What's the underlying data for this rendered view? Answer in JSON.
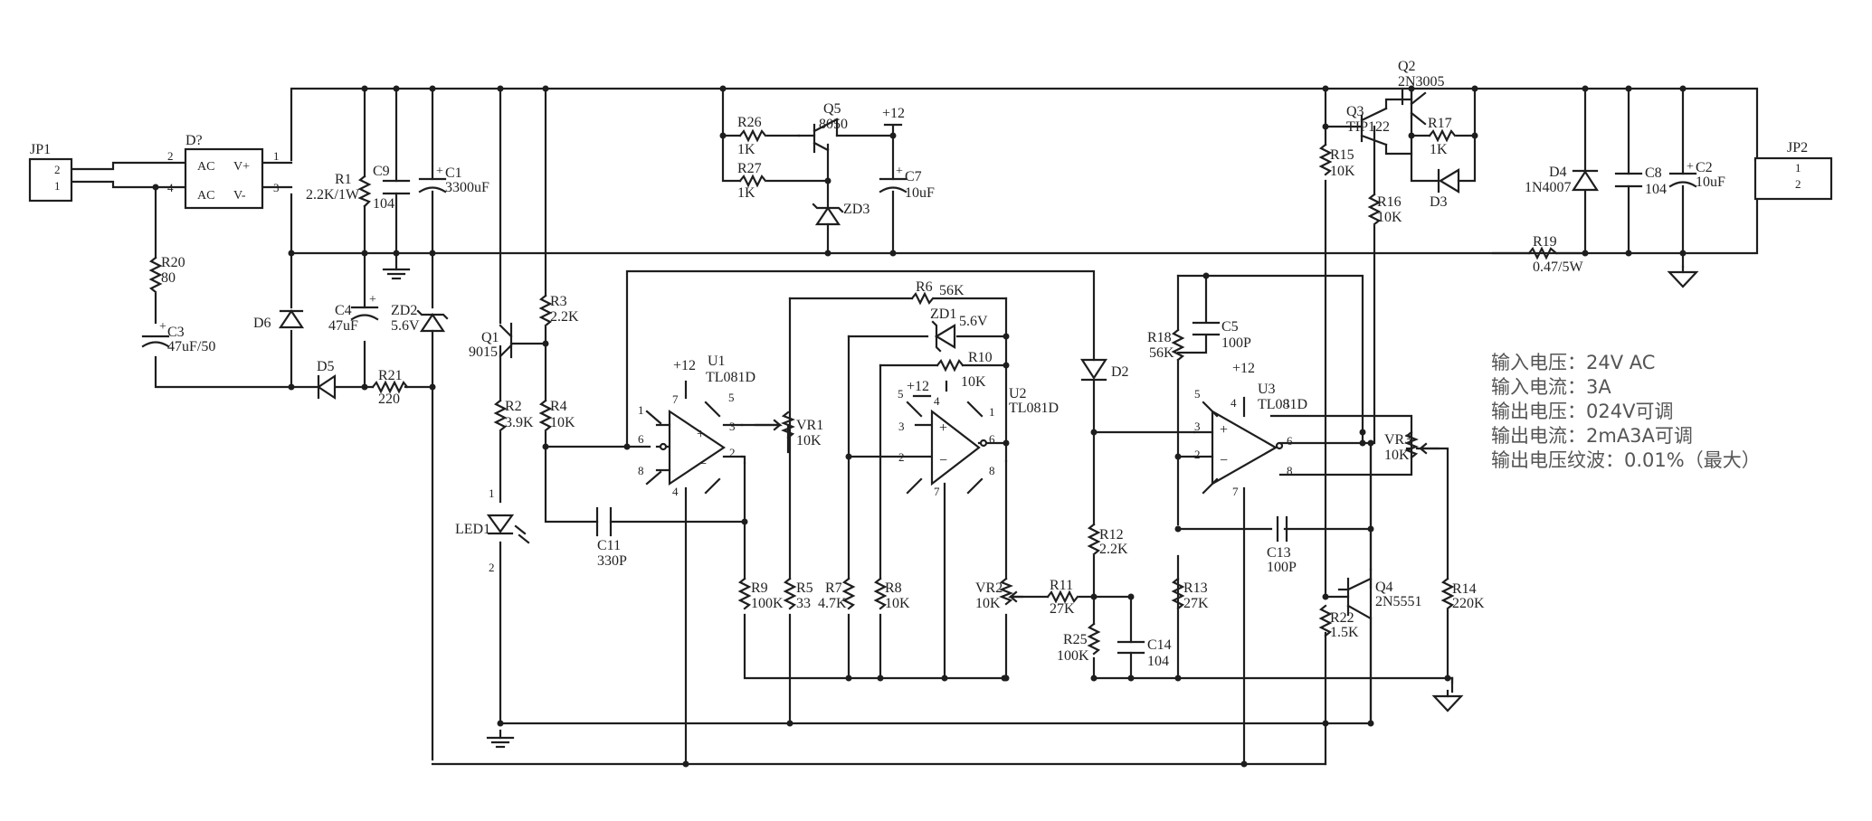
{
  "labels": {
    "JP1": "JP1",
    "JP2": "JP2",
    "Dq": "D?",
    "AC1": "AC",
    "AC2": "AC",
    "Vp": "V+",
    "Vm": "V-",
    "R1": "R1",
    "R1v": "2.2K/1W",
    "C9": "C9",
    "C9v": "104",
    "C1": "C1",
    "C1v": "3300uF",
    "R20": "R20",
    "R20v": "80",
    "C3": "C3",
    "C3v": "47uF/50",
    "D6": "D6",
    "D5": "D5",
    "R21": "R21",
    "R21v": "220",
    "C4": "C4",
    "C4v": "47uF",
    "ZD2": "ZD2",
    "ZD2v": "5.6V",
    "Q1": "Q1",
    "Q1v": "9015",
    "R2": "R2",
    "R2v": "3.9K",
    "R3": "R3",
    "R3v": "2.2K",
    "R4": "R4",
    "R4v": "10K",
    "LED1": "LED1",
    "C11": "C11",
    "C11v": "330P",
    "R26": "R26",
    "R26v": "1K",
    "R27": "R27",
    "R27v": "1K",
    "Q5": "Q5",
    "Q5v": "8050",
    "ZD3": "ZD3",
    "C7": "C7",
    "C7v": "10uF",
    "p12a": "+12",
    "p12b": "+12",
    "p12c": "+12",
    "p12d": "+12",
    "U1": "U1",
    "U1v": "TL081D",
    "VR1": "VR1",
    "VR1v": "10K",
    "R9": "R9",
    "R9v": "100K",
    "R5": "R5",
    "R5v": "33",
    "R6": "R6",
    "R6v": "56K",
    "ZD1": "ZD1",
    "ZD1v": "5.6V",
    "R10": "R10",
    "R10v": "10K",
    "U2": "U2",
    "U2v": "TL081D",
    "R7": "R7",
    "R7v": "4.7K",
    "R8": "R8",
    "R8v": "10K",
    "VR2": "VR2",
    "VR2v": "10K",
    "R11": "R11",
    "R11v": "27K",
    "R25": "R25",
    "R25v": "100K",
    "C14": "C14",
    "C14v": "104",
    "D2": "D2",
    "R12": "R12",
    "R12v": "2.2K",
    "R18": "R18",
    "R18v": "56K",
    "C5": "C5",
    "C5v": "100P",
    "U3": "U3",
    "U3v": "TL081D",
    "VR3": "VR3",
    "VR3v": "10K",
    "R13": "R13",
    "R13v": "27K",
    "C13": "C13",
    "C13v": "100P",
    "Q4": "Q4",
    "Q4v": "2N5551",
    "R22": "R22",
    "R22v": "1.5K",
    "R14": "R14",
    "R14v": "220K",
    "Q2": "Q2",
    "Q2v": "2N3005",
    "Q3": "Q3",
    "Q3v": "TIP122",
    "R15": "R15",
    "R15v": "10K",
    "R16": "R16",
    "R16v": "10K",
    "R17": "R17",
    "R17v": "1K",
    "D3": "D3",
    "D4": "D4",
    "D4v": "1N4007",
    "C8": "C8",
    "C8v": "104",
    "C2": "C2",
    "C2v": "10uF",
    "R19": "R19",
    "R19v": "0.47/5W"
  },
  "pins": {
    "jp1_2": "2",
    "jp1_1": "1",
    "jp2_1": "1",
    "jp2_2": "2",
    "br2": "2",
    "br4": "4",
    "br1": "1",
    "br3": "3",
    "led1": "1",
    "led2": "2",
    "u1_5": "5",
    "u1_7": "7",
    "u1_1": "1",
    "u1_6": "6",
    "u1_8": "8",
    "u1_4": "4",
    "u1_3": "3",
    "u1_2": "2",
    "u2_5": "5",
    "u2_4": "4",
    "u2_3": "3",
    "u2_2": "2",
    "u2_7": "7",
    "u2_1": "1",
    "u2_6": "6",
    "u2_8": "8",
    "u3_5": "5",
    "u3_4": "4",
    "u3_1": "1",
    "u3_3": "3",
    "u3_2": "2",
    "u3_7": "7",
    "u3_6": "6",
    "u3_8": "8"
  },
  "specs": [
    "输入电压：24V AC",
    "输入电流：3A",
    "输出电压：024V可调",
    "输出电流：2mA3A可调",
    "输出电压纹波：0.01%（最大）"
  ]
}
